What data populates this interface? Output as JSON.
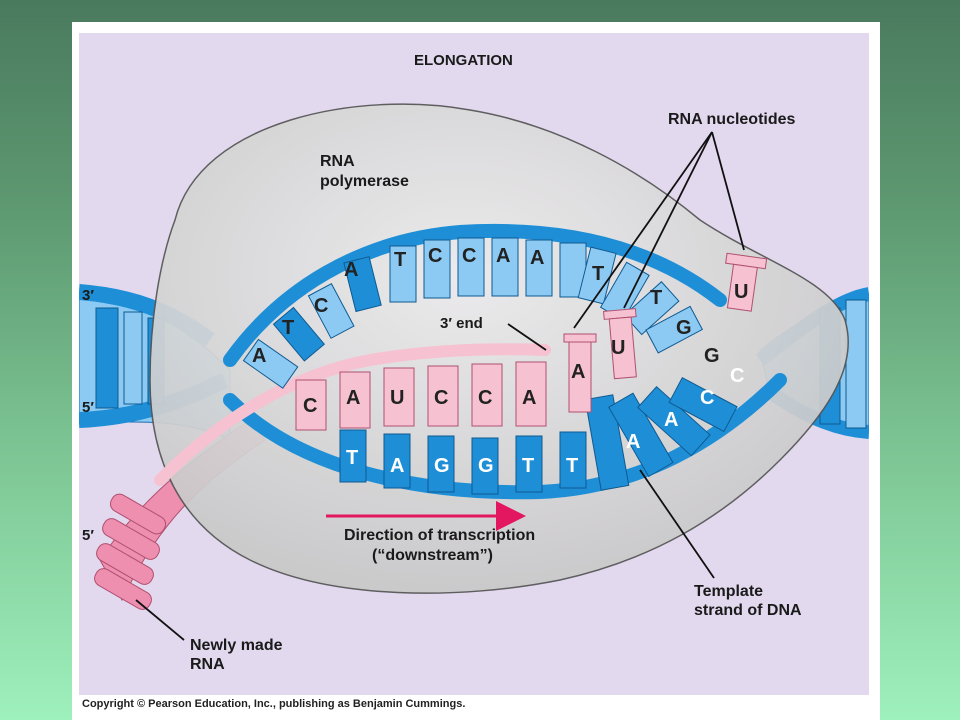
{
  "diagram": {
    "title": "ELONGATION",
    "labels": {
      "rna_polymerase_1": "RNA",
      "rna_polymerase_2": "polymerase",
      "rna_nucleotides": "RNA nucleotides",
      "three_prime_end": "3′ end",
      "direction_1": "Direction of transcription",
      "direction_2": "(“downstream”)",
      "template_1": "Template",
      "template_2": "strand of DNA",
      "newly_made_1": "Newly made",
      "newly_made_2": "RNA",
      "end_top_left": "3′",
      "end_mid_left": "5′",
      "end_bottom_left": "5′"
    },
    "nontemplate_strand": [
      "A",
      "T",
      "C",
      "A",
      "T",
      "C",
      "C",
      "A",
      "A",
      "T",
      "T",
      "G",
      "G"
    ],
    "rna_strand": [
      "C",
      "A",
      "U",
      "C",
      "C",
      "A"
    ],
    "template_strand": [
      "T",
      "A",
      "G",
      "G",
      "T",
      "T",
      "A",
      "A",
      "C",
      "C"
    ],
    "free_nucleotides": [
      "A",
      "U",
      "U"
    ],
    "colors": {
      "dna_dark": "#1e8fd6",
      "dna_light": "#8ccaf3",
      "rna": "#f6c2d1",
      "rna_dark": "#ee8fb0",
      "polymerase": "#d6d6d6",
      "arrow": "#e3175f"
    }
  },
  "copyright": "Copyright © Pearson Education, Inc., publishing as Benjamin Cummings."
}
